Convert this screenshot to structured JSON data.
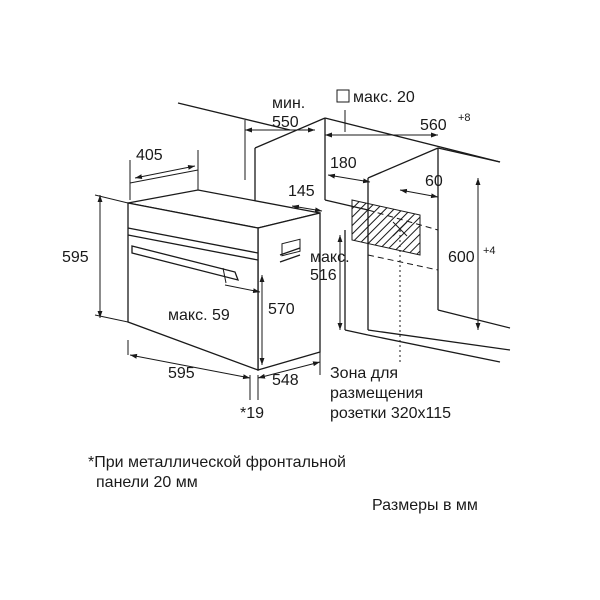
{
  "labels": {
    "min": "мин.",
    "min_value": "550",
    "max_value": "макс. 20",
    "niche_width": "560",
    "niche_width_tol": "+8",
    "depth_top": "405",
    "cutout_back": "180",
    "gap_60": "60",
    "dim_145": "145",
    "height_595": "595",
    "niche_height": "600",
    "niche_height_tol": "+4",
    "max_516": "макс.",
    "max_516_value": "516",
    "handle_max": "макс. 59",
    "dim_570": "570",
    "width_595": "595",
    "depth_548": "548",
    "front_19": "*19",
    "socket_zone_line1": "Зона для",
    "socket_zone_line2": "размещения",
    "socket_zone_line3": "розетки 320x115"
  },
  "notes": {
    "footnote_line1": "*При металлической фронтальной",
    "footnote_line2": "панели 20 мм",
    "units": "Размеры в мм"
  }
}
